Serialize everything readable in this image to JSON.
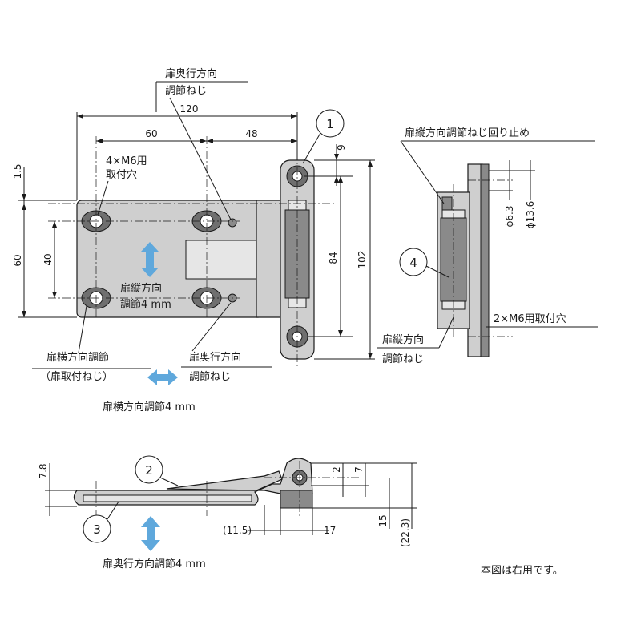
{
  "front_view": {
    "dim_120": "120",
    "dim_60_top": "60",
    "dim_48": "48",
    "dim_9": "9",
    "dim_1_5": "1.5",
    "dim_60_left": "60",
    "dim_40": "40",
    "dim_84": "84",
    "dim_102": "102",
    "mount_holes_line1": "4×M6用",
    "mount_holes_line2": "取付穴",
    "depth_screw_top_line1": "扉奥行方向",
    "depth_screw_top_line2": "調節ねじ",
    "vertical_adj_line1": "扉縦方向",
    "vertical_adj_line2": "調節4 mm",
    "lateral_adj_line1": "扉横方向調節",
    "lateral_adj_line2": "（扉取付ねじ）",
    "depth_screw_bottom_line1": "扉奥行方向",
    "depth_screw_bottom_line2": "調節ねじ",
    "lateral_adj_range": "扉横方向調節4 mm",
    "callout_1": "1"
  },
  "side_view": {
    "lock_screw_label": "扉縦方向調節ねじ回り止め",
    "dim_phi_6_3": "ϕ6.3",
    "dim_phi_13_6": "ϕ13.6",
    "mount_holes": "2×M6用取付穴",
    "vertical_screw_line1": "扉縦方向",
    "vertical_screw_line2": "調節ねじ",
    "callout_4": "4"
  },
  "bottom_view": {
    "dim_7_8": "7.8",
    "dim_2": "2",
    "dim_7": "7",
    "dim_15": "15",
    "dim_22_3": "(22.3)",
    "dim_11_5": "(11.5)",
    "dim_17": "17",
    "depth_adj_range": "扉奥行方向調節4 mm",
    "callout_2": "2",
    "callout_3": "3"
  },
  "note": "本図は右用です。"
}
